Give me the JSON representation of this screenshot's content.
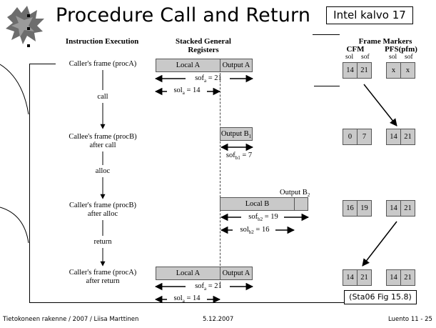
{
  "slide": {
    "title": "Procedure Call and Return",
    "ref_label": "Intel kalvo 17",
    "figure_ref": "(Sta06 Fig 15.8)"
  },
  "headers": {
    "instruction_execution": "Instruction Execution",
    "stacked_registers_line1": "Stacked General",
    "stacked_registers_line2": "Registers",
    "frame_markers": "Frame Markers",
    "cfm": "CFM",
    "pfs": "PFS(pfm)",
    "sol": "sol",
    "sof": "sof"
  },
  "steps": [
    {
      "line1": "Caller's frame (procA)",
      "line2": ""
    },
    {
      "line1": "Callee's frame (procB)",
      "line2": "after call"
    },
    {
      "line1": "Caller's frame (procB)",
      "line2": "after alloc"
    },
    {
      "line1": "Caller's frame (procA)",
      "line2": "after return"
    }
  ],
  "transitions": [
    "call",
    "alloc",
    "return"
  ],
  "frames": {
    "local_a": "Local A",
    "output_a": "Output A",
    "output_b1": "Output B",
    "output_b1_sub": "1",
    "local_b": "Local B",
    "output_b2": "Output B",
    "output_b2_sub": "2"
  },
  "measures": {
    "sof_a_1": {
      "name": "sof",
      "sub": "a",
      "value": "= 21"
    },
    "sol_a_1": {
      "name": "sol",
      "sub": "a",
      "value": "= 14"
    },
    "sof_b1": {
      "name": "sof",
      "sub": "b1",
      "value": "= 7"
    },
    "sof_b2": {
      "name": "sof",
      "sub": "b2",
      "value": "= 19"
    },
    "sol_b2": {
      "name": "sol",
      "sub": "b2",
      "value": "= 16"
    },
    "sof_a_2": {
      "name": "sof",
      "sub": "a",
      "value": "= 21"
    },
    "sol_a_2": {
      "name": "sol",
      "sub": "a",
      "value": "= 14"
    }
  },
  "markers": [
    {
      "cfm_sol": "14",
      "cfm_sof": "21",
      "pfs_sol": "x",
      "pfs_sof": "x"
    },
    {
      "cfm_sol": "0",
      "cfm_sof": "7",
      "pfs_sol": "14",
      "pfs_sof": "21"
    },
    {
      "cfm_sol": "16",
      "cfm_sof": "19",
      "pfs_sol": "14",
      "pfs_sof": "21"
    },
    {
      "cfm_sol": "14",
      "cfm_sof": "21",
      "pfs_sol": "14",
      "pfs_sof": "21"
    }
  ],
  "footer": {
    "left": "Tietokoneen rakenne / 2007 / Liisa Marttinen",
    "center": "5.12.2007",
    "right": "Luento 11 - 25"
  }
}
